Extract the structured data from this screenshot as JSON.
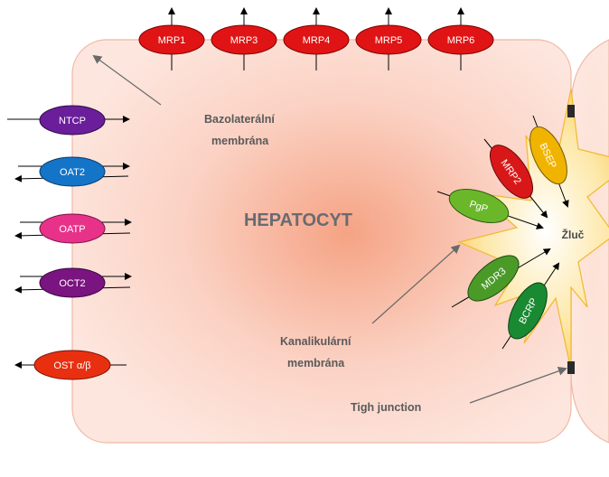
{
  "title": "HEPATOCYT",
  "bile": "Žluč",
  "labels": {
    "basolateral_1": "Bazolaterální",
    "basolateral_2": "membrána",
    "canalicular_1": "Kanalikulární",
    "canalicular_2": "membrána",
    "tight_junction": "Tigh junction"
  },
  "top_transporters": [
    "MRP1",
    "MRP3",
    "MRP4",
    "MRP5",
    "MRP6"
  ],
  "left_transporters": [
    "NTCP",
    "OAT2",
    "OATP",
    "OCT2",
    "OST α/β"
  ],
  "canalicular_transporters": [
    "BSEP",
    "MRP2",
    "PgP",
    "MDR3",
    "BCRP"
  ],
  "colors": {
    "cell": "#fde3dc",
    "cell_center": "#f6a88a",
    "mrp": "#e01414",
    "ntcp": "#6a1e9a",
    "oat2": "#1474c8",
    "oatp": "#e8328a",
    "oct2": "#7a1480",
    "ost": "#e83010",
    "bsep": "#f0b400",
    "mrp2": "#d81818",
    "pgp": "#6ab82a",
    "mdr3": "#4a9a28",
    "bcrp": "#1a8a32",
    "bile": "#fde89a"
  }
}
